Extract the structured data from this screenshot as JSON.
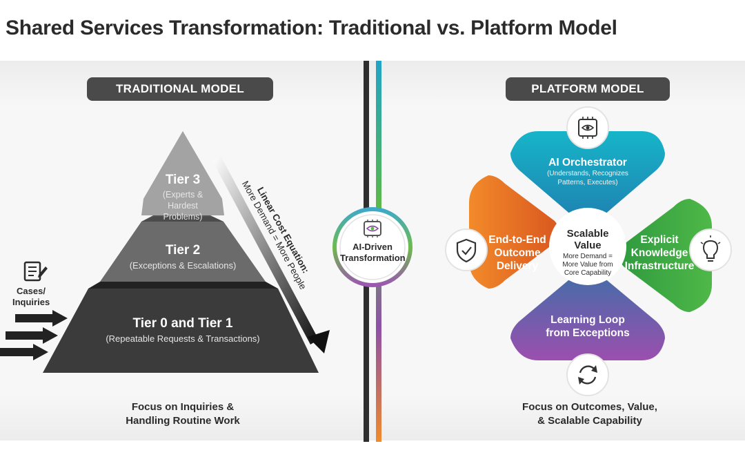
{
  "title": "Shared Services Transformation: Traditional vs. Platform Model",
  "traditional": {
    "label": "TRADITIONAL MODEL",
    "tiers": [
      {
        "name": "Tier 3",
        "desc": "(Experts & Hardest Problems)"
      },
      {
        "name": "Tier 2",
        "desc": "(Exceptions & Escalations)"
      },
      {
        "name": "Tier 0 and Tier 1",
        "desc": "(Repeatable Requests & Transactions)"
      }
    ],
    "cases_label": "Cases/ Inquiries",
    "cost_title": "Linear Cost Equation:",
    "cost_desc": "More Demand = More People",
    "caption_1": "Focus on Inquiries &",
    "caption_2": "Handling Routine Work"
  },
  "center": {
    "label_1": "AI-Driven",
    "label_2": "Transformation"
  },
  "platform": {
    "label": "PLATFORM MODEL",
    "top": {
      "title": "AI Orchestrator",
      "desc_1": "(Understands, Recognizes",
      "desc_2": "Patterns, Executes)"
    },
    "right": {
      "line_1": "Explicit",
      "line_2": "Knowledge",
      "line_3": "Infrastructure"
    },
    "bottom": {
      "line_1": "Learning Loop",
      "line_2": "from Exceptions"
    },
    "left": {
      "line_1": "End-to-End",
      "line_2": "Outcome",
      "line_3": "Delivery"
    },
    "center": {
      "title": "Scalable Value",
      "desc_1": "More Demand =",
      "desc_2": "More Value from",
      "desc_3": "Core Capability"
    },
    "caption_1": "Focus on Outcomes, Value,",
    "caption_2": "& Scalable Capability"
  },
  "colors": {
    "teal": "#1ea3bf",
    "green": "#5cb845",
    "purple": "#8a4fa3",
    "orange": "#ee7f2d",
    "dark": "#3a3a3a"
  },
  "icons": [
    "document-edit-icon",
    "arrow-icon",
    "ai-chip-eye-icon",
    "shield-check-icon",
    "lightbulb-icon",
    "refresh-cycle-icon"
  ]
}
